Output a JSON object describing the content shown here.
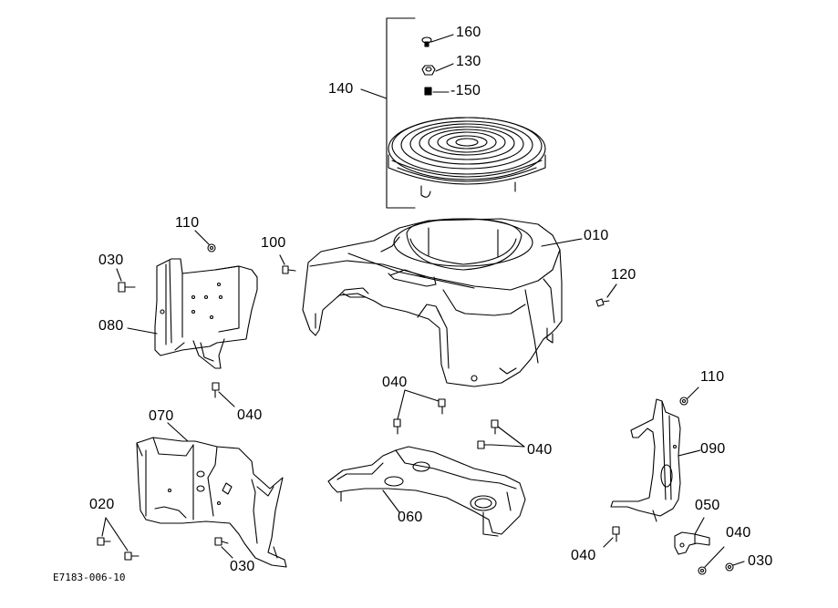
{
  "labels": {
    "p160": "160",
    "p130": "130",
    "p150": "-150",
    "p140": "140",
    "p010": "010",
    "p110a": "110",
    "p100": "100",
    "p030a": "030",
    "p080": "080",
    "p120": "120",
    "p040a": "040",
    "p040b": "040",
    "p040c": "040",
    "p110b": "110",
    "p090": "090",
    "p070": "070",
    "p060": "060",
    "p020": "020",
    "p030b": "030",
    "p050": "050",
    "p040d": "040",
    "p040e": "040",
    "p030c": "030"
  },
  "reference": "E7183-006-10",
  "colors": {
    "line": "#000000",
    "background": "#ffffff"
  }
}
